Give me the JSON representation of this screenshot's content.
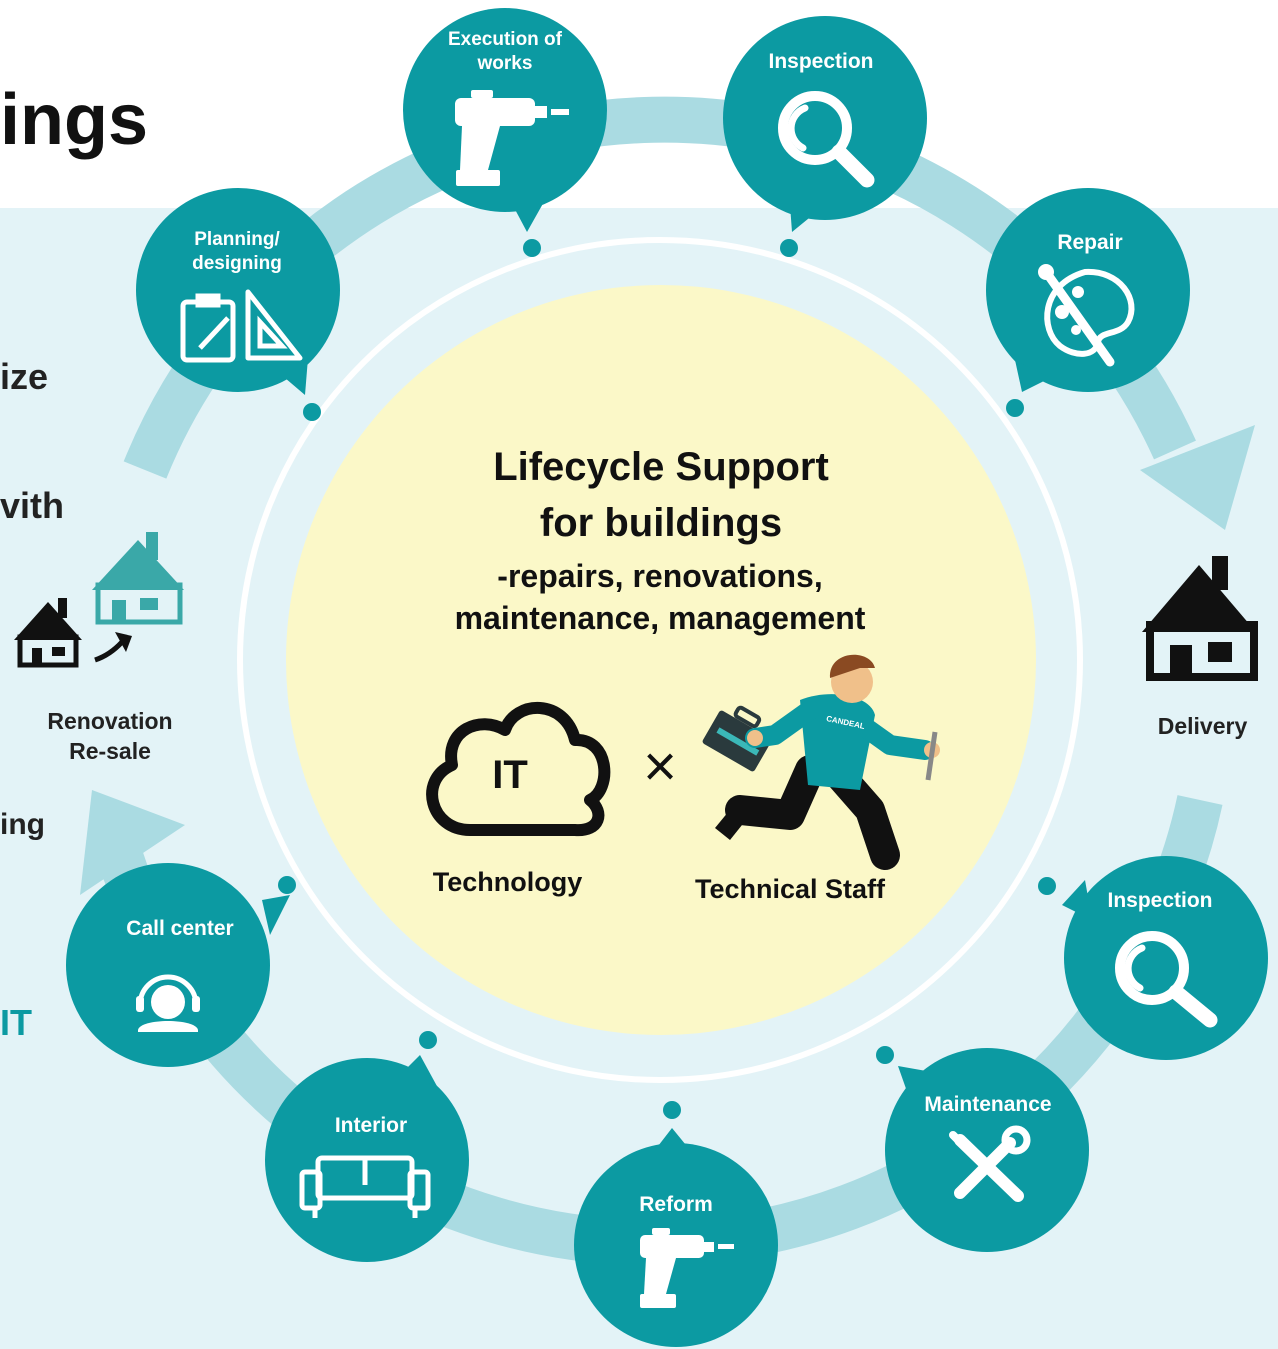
{
  "heading_fragment": "ings",
  "left_text_fragments": [
    "ize",
    "vith",
    "ing",
    "IT"
  ],
  "center": {
    "title_line1": "Lifecycle Support",
    "title_line2": "for buildings",
    "subtitle_line1": "-repairs, renovations,",
    "subtitle_line2": "maintenance, management",
    "it_label": "IT",
    "times_symbol": "×",
    "technology_label": "Technology",
    "staff_label": "Technical Staff",
    "staff_shirt_text": "CANDEAL"
  },
  "nodes": [
    {
      "label_lines": [
        "Execution of",
        "works"
      ],
      "icon": "drill-icon"
    },
    {
      "label_lines": [
        "Inspection"
      ],
      "icon": "magnifier-icon"
    },
    {
      "label_lines": [
        "Repair"
      ],
      "icon": "palette-icon"
    },
    {
      "label_lines": [
        "Inspection"
      ],
      "icon": "magnifier-icon"
    },
    {
      "label_lines": [
        "Maintenance"
      ],
      "icon": "tools-icon"
    },
    {
      "label_lines": [
        "Reform"
      ],
      "icon": "drill-icon"
    },
    {
      "label_lines": [
        "Interior"
      ],
      "icon": "sofa-icon"
    },
    {
      "label_lines": [
        "Call center"
      ],
      "icon": "headset-icon"
    },
    {
      "label_lines": [
        "Planning/",
        "designing"
      ],
      "icon": "ruler-icon"
    }
  ],
  "delivery_label": "Delivery",
  "renovation_label_line1": "Renovation",
  "renovation_label_line2": "Re-sale",
  "colors": {
    "teal": "#0c9aa2",
    "light_teal": "#aadbe2",
    "panel_bg": "#e3f3f7",
    "center_fill": "#fbf8c8"
  }
}
